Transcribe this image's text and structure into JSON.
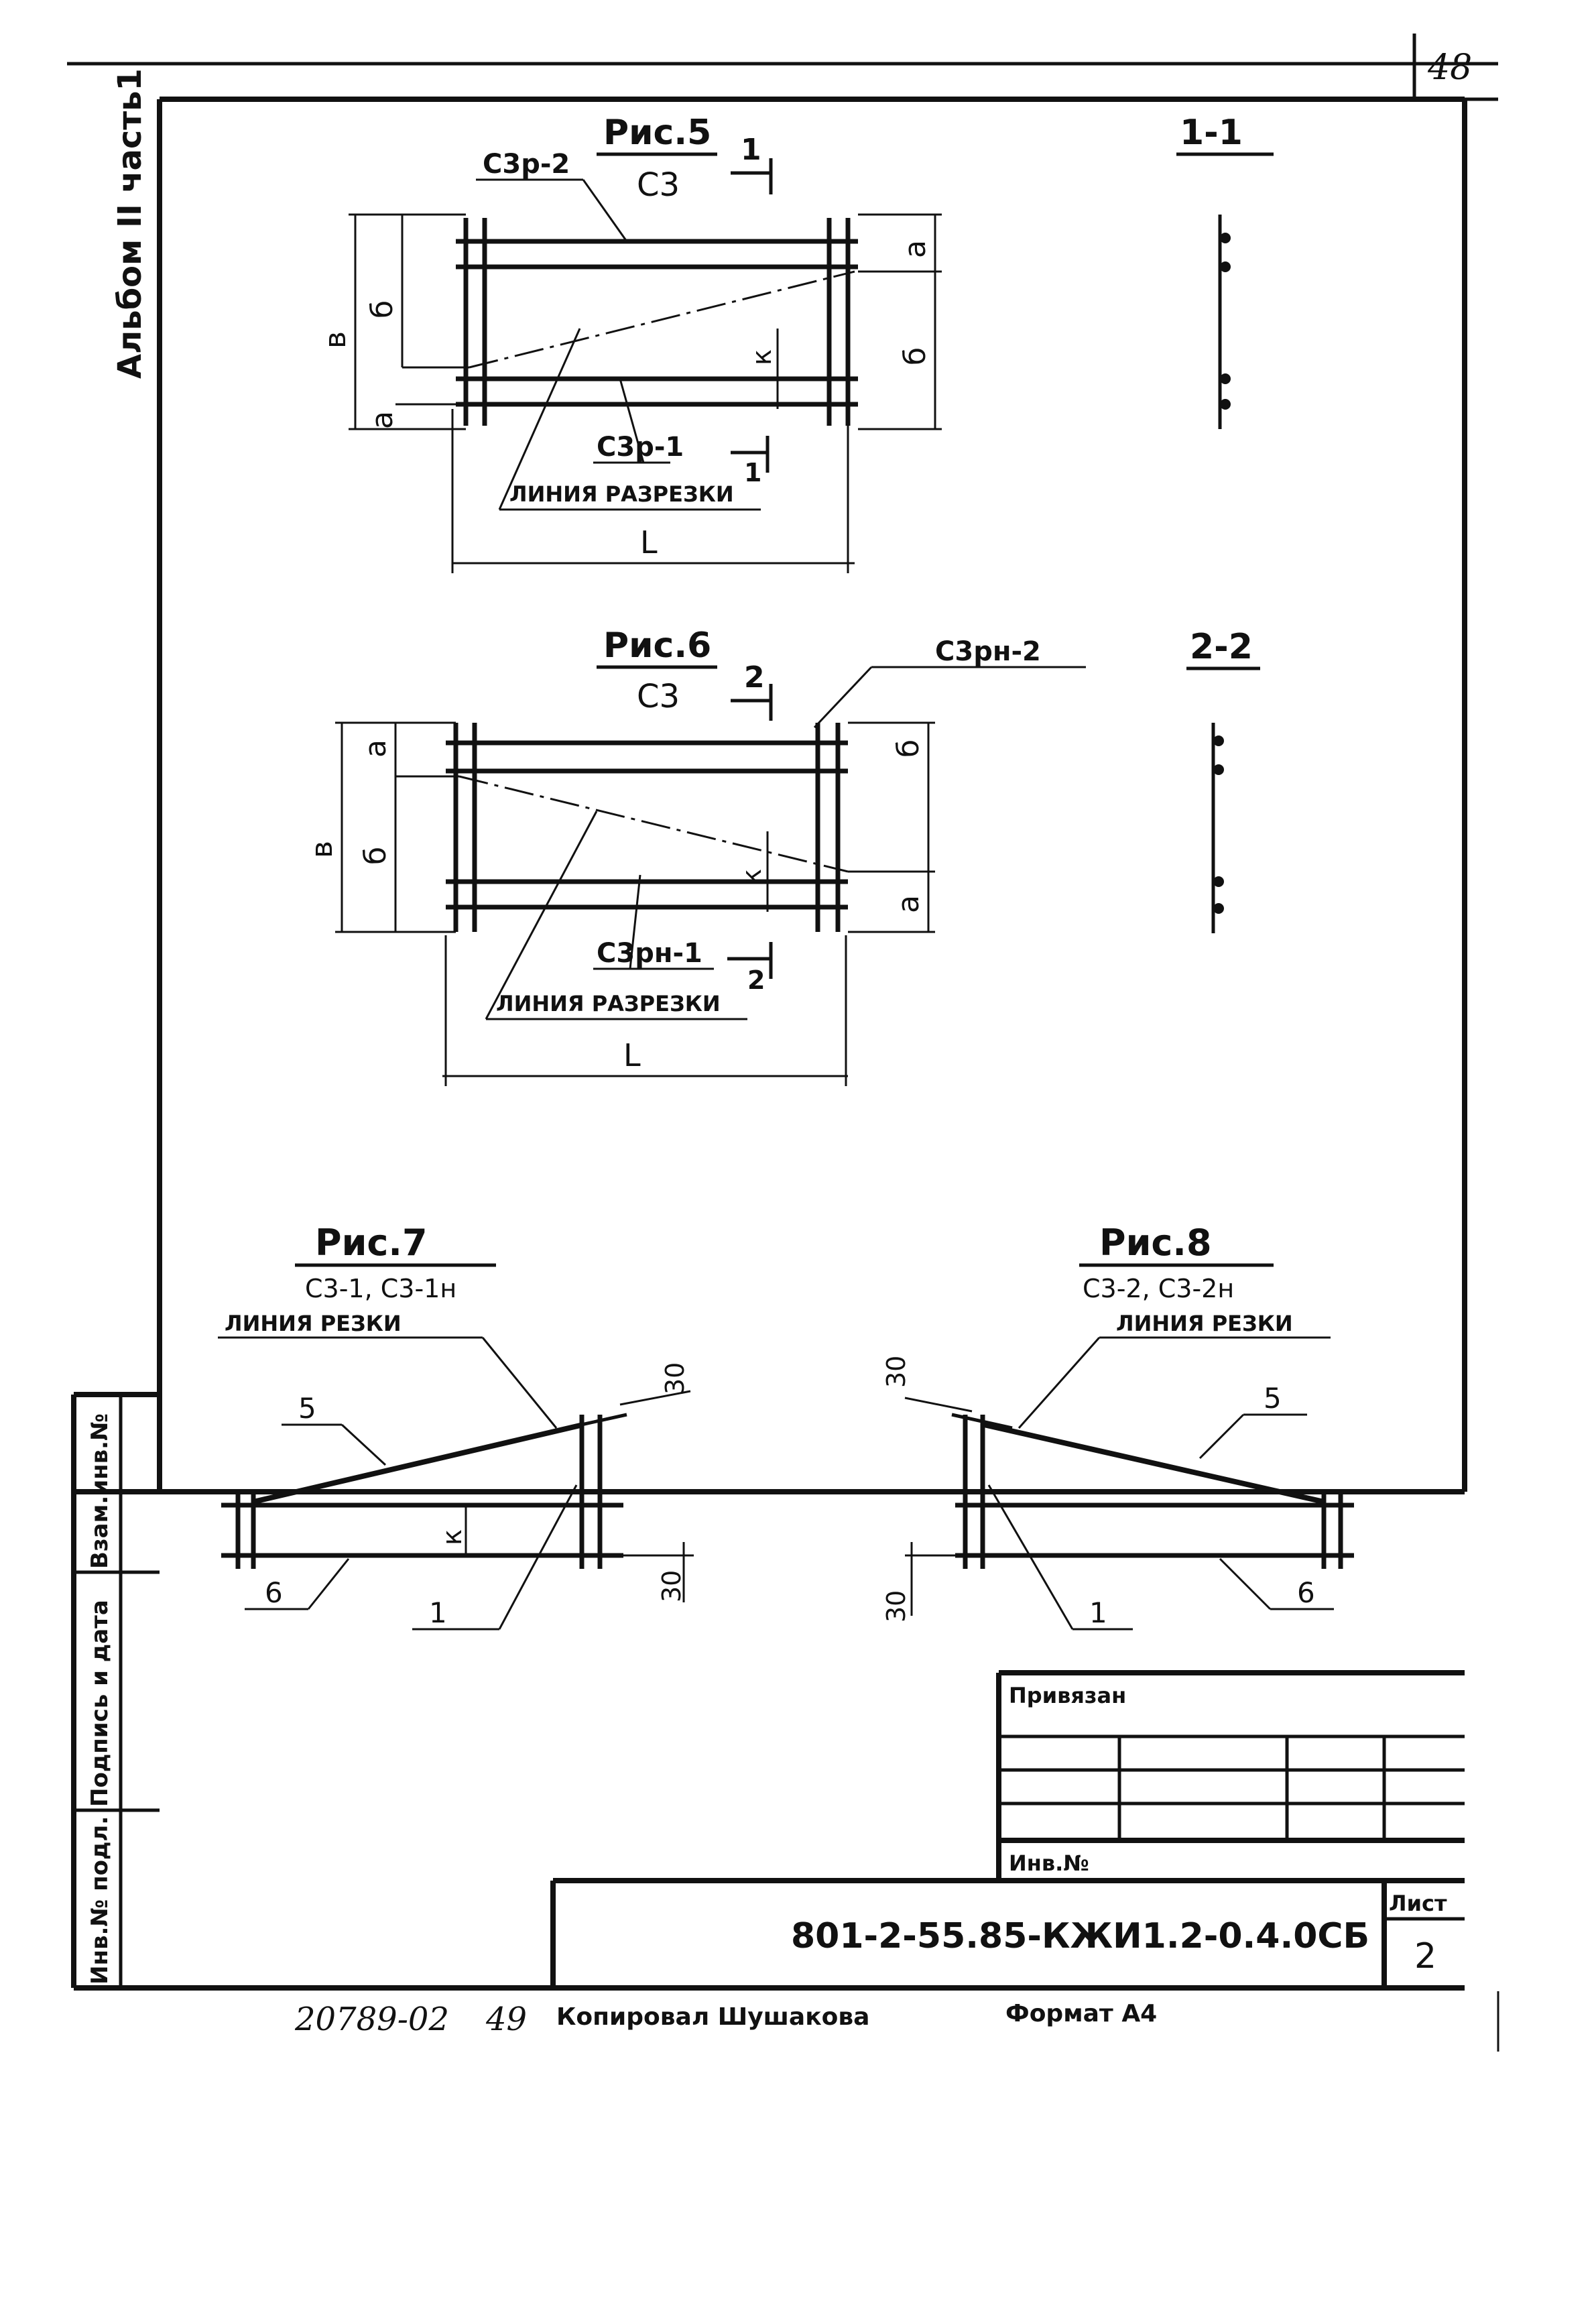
{
  "sheet_page_number": "48",
  "album_label": "Альбом II часть1",
  "figures": {
    "fig5": {
      "title": "Рис.5",
      "subtitle": "С3",
      "section_mark": "1",
      "top_mesh": "С3р-2",
      "bottom_mesh": "С3р-1",
      "cut_line": "ЛИНИЯ РАЗРЕЗКИ",
      "dim_a": "а",
      "dim_b": "б",
      "dim_B": "в",
      "dim_k": "к",
      "dim_L": "L"
    },
    "fig6": {
      "title": "Рис.6",
      "subtitle": "С3",
      "section_mark": "2",
      "top_mesh": "С3рн-2",
      "bottom_mesh": "С3рн-1",
      "cut_line": "ЛИНИЯ РАЗРЕЗКИ",
      "dim_a": "а",
      "dim_b": "б",
      "dim_B": "в",
      "dim_k": "к",
      "dim_L": "L"
    },
    "fig7": {
      "title": "Рис.7",
      "subtitle": "С3-1, С3-1н",
      "cut_line": "ЛИНИЯ РЕЗКИ",
      "pos_5": "5",
      "pos_6": "6",
      "pos_1": "1",
      "dim_30_top": "30",
      "dim_30_bottom": "30",
      "dim_k": "к"
    },
    "fig8": {
      "title": "Рис.8",
      "subtitle": "С3-2, С3-2н",
      "cut_line": "ЛИНИЯ РЕЗКИ",
      "pos_5": "5",
      "pos_6": "6",
      "pos_1": "1",
      "dim_30_top": "30",
      "dim_30_bottom": "30"
    }
  },
  "sections": {
    "s1": "1-1",
    "s2": "2-2"
  },
  "stamp": {
    "attached": "Привязан",
    "inv_no": "Инв.№",
    "designation": "801-2-55.85-КЖИ1.2-0.4.0СБ",
    "sheet_label": "Лист",
    "sheet_value": "2"
  },
  "side_stamp": {
    "inv_orig": "Инв.№ подл.",
    "sign_date": "Подпись и дата",
    "replace_inv": "Взам.инв.№"
  },
  "footer": {
    "number_left": "20789-02",
    "number_mid": "49",
    "copied_by": "Копировал Шушакова",
    "format": "Формат А4"
  }
}
